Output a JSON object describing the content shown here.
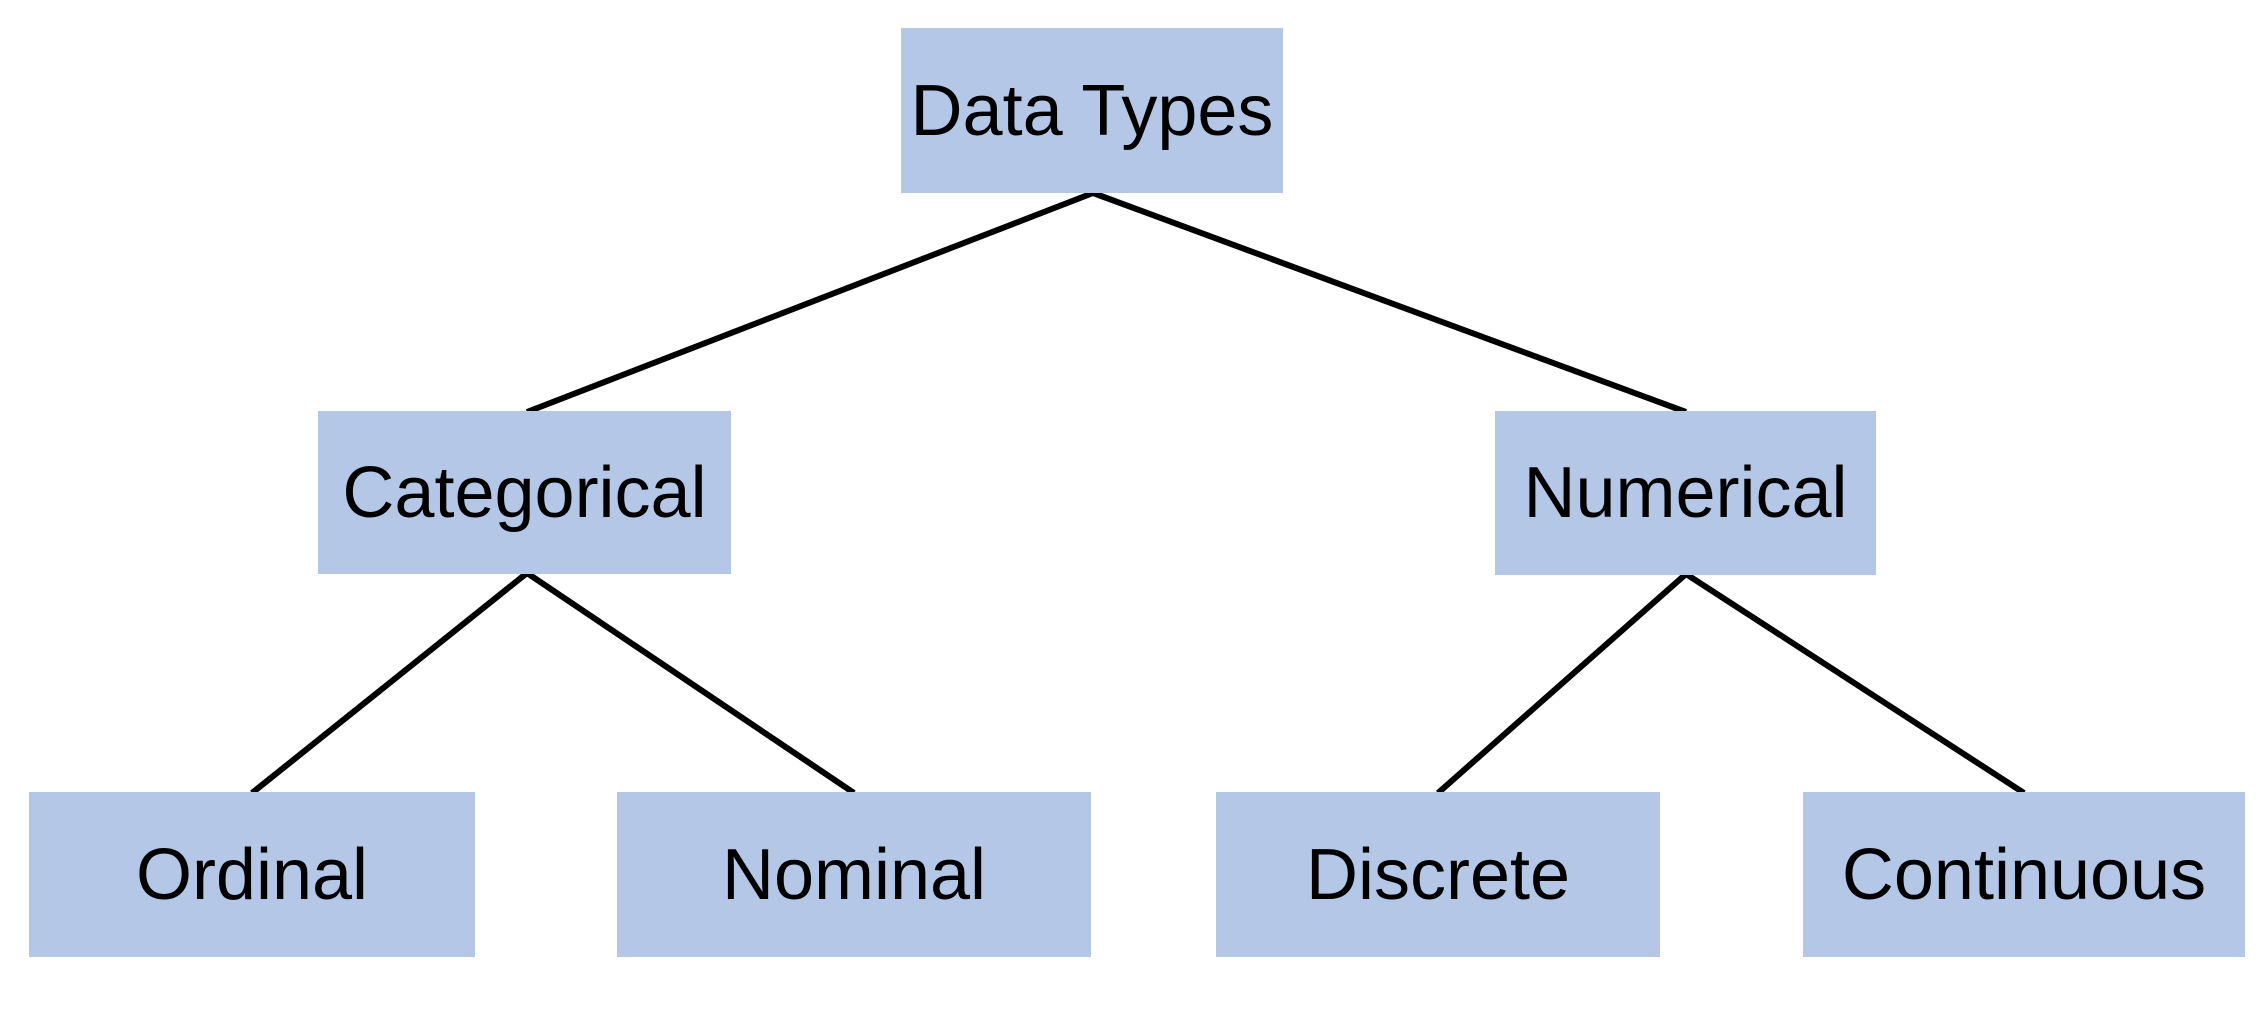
{
  "diagram": {
    "type": "tree",
    "colors": {
      "node_fill": "#b4c7e7",
      "node_text": "#000000",
      "connector": "#000000",
      "background": "#ffffff"
    },
    "nodes": {
      "root": {
        "label": "Data Types"
      },
      "categorical": {
        "label": "Categorical"
      },
      "numerical": {
        "label": "Numerical"
      },
      "ordinal": {
        "label": "Ordinal"
      },
      "nominal": {
        "label": "Nominal"
      },
      "discrete": {
        "label": "Discrete"
      },
      "continuous": {
        "label": "Continuous"
      }
    },
    "edges": [
      {
        "from": "root",
        "to": "categorical"
      },
      {
        "from": "root",
        "to": "numerical"
      },
      {
        "from": "categorical",
        "to": "ordinal"
      },
      {
        "from": "categorical",
        "to": "nominal"
      },
      {
        "from": "numerical",
        "to": "discrete"
      },
      {
        "from": "numerical",
        "to": "continuous"
      }
    ]
  }
}
